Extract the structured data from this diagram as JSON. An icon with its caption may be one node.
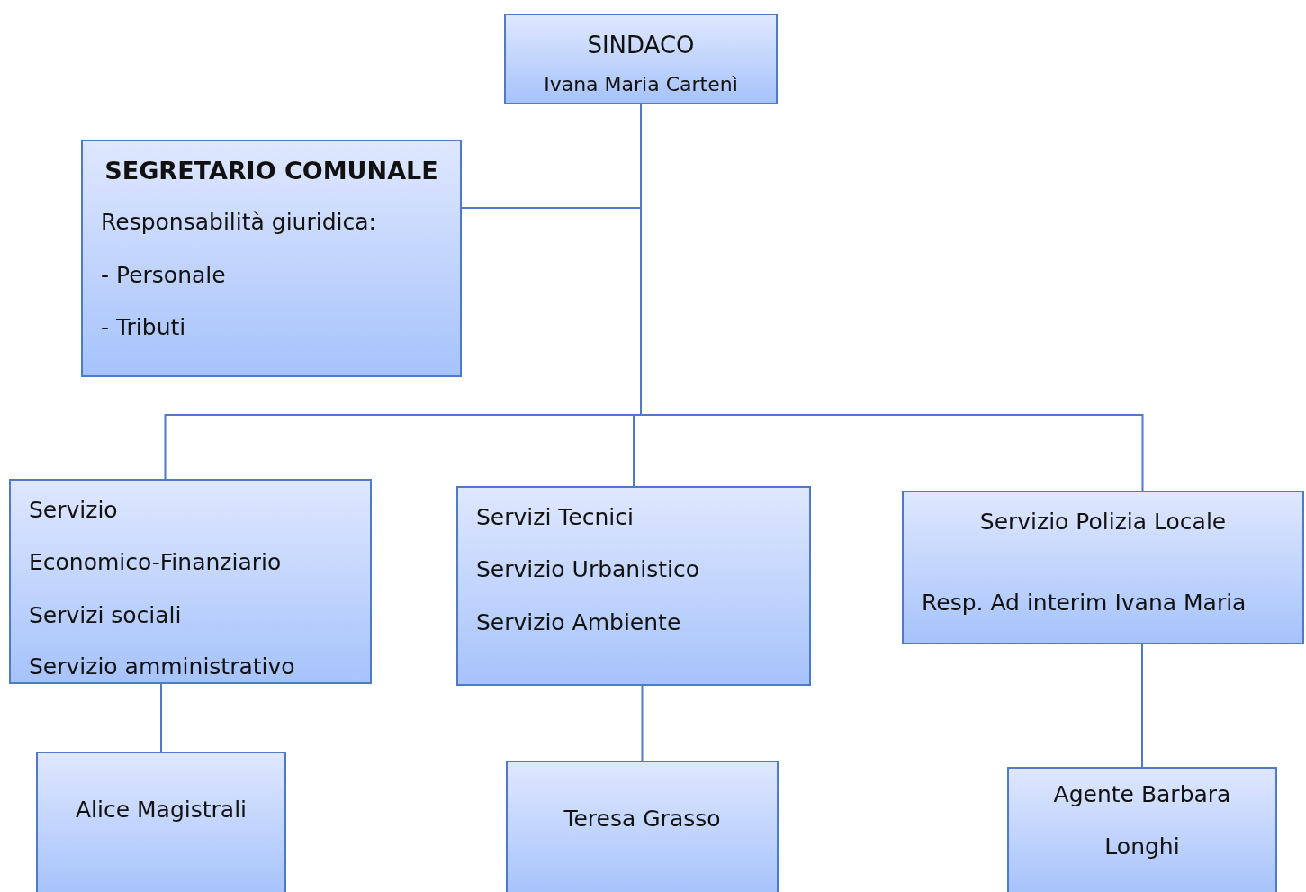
{
  "diagram": {
    "nodes": [
      {
        "text": [
          "SINDACO",
          "Ivana Maria Cartenì"
        ]
      },
      {
        "text": [
          "SEGRETARIO COMUNALE",
          "Responsabilità giuridica:",
          "- Personale",
          "- Tributi"
        ]
      },
      {
        "text": [
          "Servizio",
          "Economico-Finanziario",
          "Servizi sociali",
          "Servizio amministrativo"
        ]
      },
      {
        "text": [
          "Servizi Tecnici",
          "Servizio Urbanistico",
          "Servizio Ambiente"
        ]
      },
      {
        "text": [
          "Servizio Polizia Locale",
          "Resp. Ad interim Ivana Maria"
        ]
      },
      {
        "text": [
          "Alice Magistrali"
        ]
      },
      {
        "text": [
          "Teresa Grasso"
        ]
      },
      {
        "text": [
          "Agente Barbara Longhi"
        ]
      }
    ],
    "edges": [
      {
        "from": 0,
        "to": 1,
        "arrow": "none"
      },
      {
        "from": 0,
        "to": 2,
        "arrow": "none"
      },
      {
        "from": 0,
        "to": 3,
        "arrow": "none"
      },
      {
        "from": 0,
        "to": 4,
        "arrow": "none"
      },
      {
        "from": 2,
        "to": 5,
        "arrow": "none"
      },
      {
        "from": 3,
        "to": 6,
        "arrow": "none"
      },
      {
        "from": 4,
        "to": 7,
        "arrow": "none"
      }
    ]
  }
}
